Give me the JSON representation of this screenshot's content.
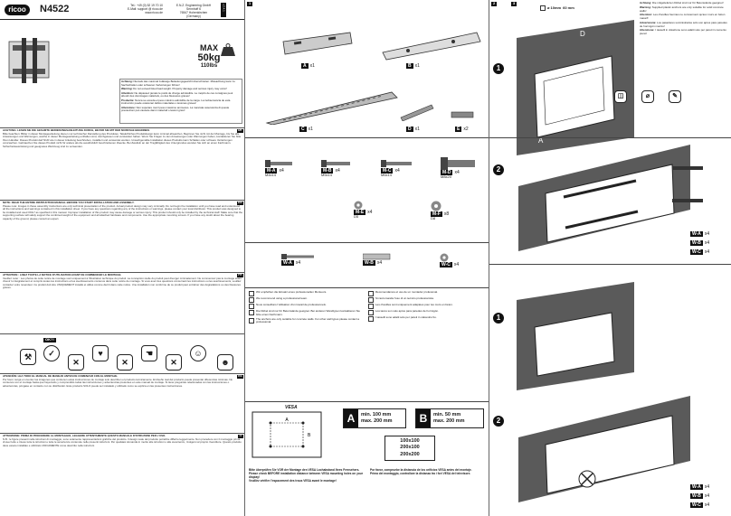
{
  "header": {
    "logo": "ricoo",
    "model": "N4522",
    "contact_line1": "Tel.: +49 (0) 52 19 70 10",
    "contact_line2": "E-Mail: support @ ricoo.de",
    "contact_line3": "www.ricoo.de",
    "address_line1": "E.N.Z. Engineering GmbH",
    "address_line2": "Sennhoff 6",
    "address_line3": "76547 Hohenkirchen",
    "address_line4": "(Germany)",
    "code": "v.2.4.1"
  },
  "capacity": {
    "max": "MAX",
    "kg": "50kg",
    "lbs": "110lbs"
  },
  "warnings": [
    {
      "label": "Achtung:",
      "text": "Niemals das maximal zulässige Belastungsgewicht überschreiten. Missachtung kann zu Sachschäden oder schweren Verletzungen führen!"
    },
    {
      "label": "Warning:",
      "text": "Do not exceed listed load weight. Property damage and serious injury may occur!"
    },
    {
      "label": "Attention:",
      "text": "Ne dépassez jamais le poids de charge admissible. Le mépris de ces consignes peut aboutir des dommages matériels, ou des blessures graves!"
    },
    {
      "label": "Productie:",
      "text": "Nunca se exceda el peso máximo admisible de la carga. La inobservancia de esta instrucción puede ocasionar daños materiales o lesiones graves!"
    },
    {
      "label": "Attenzione:",
      "text": "Non superare mai il peso massimo ammesso. La mancata osservanza di queste precauzioni può causare danni materiali o lesioni gravi!"
    }
  ],
  "sections": [
    {
      "tag": "DE",
      "title": "ACHTUNG: LESEN SIE DIE GESAMTE BEDIENUNGSANLEITUNG DURCH, BEVOR SIE MIT DER MONTAGE BEGINNEN.",
      "body": "Bitte beachten: Bilder in dieser Montageanleitung dienen nur technischer Darstellung des Produktes. Tatsächliches Produktdesign kann minimal abweichen. Beginnen Sie nicht mit der Montage, bis Sie alle Anweisungen und Warnungen, welche in dieser Montageanleitung enthalten sind, durchgelesen und verstanden haben. Wenn Sie Fragen zu den Anweisungen oder Warnungen haben, kontaktieren Sie bitte Ihren Händler. Dieses Produkt darf NUR wie in dieser Anleitung beschrieben, installiert und verwendet werden. Unsachgemäße Installation dieses Produkts kann Schäden oder schwere Verletzungen verursachen. Gebrauchen Sie dieses Produkt nicht für andere als die ausdrücklich beschriebenen Zwecke. Bei Zweifeln an der Tragfähigkeit des Untergrundes wenden Sie sich an einen Fachmann. Sicherheitsausrüstung und geeignetes Werkzeug sind zu verwenden."
    },
    {
      "tag": "EN",
      "title": "NOTE: READ THE ENTIRE INSTRUCTION MANUAL BEFORE YOU START INSTALLATION AND ASSEMBLY.",
      "body": "Please note: Images in these assembly instructions are only technical presentation of the product. Actual product design may vary minimally. Do not begin the installation until you have read and understood all the instructions and warnings contained in this installation sheet. If you have any questions regarding any of the instructions or warnings, please contact your local distributor. This product was designed to be installed and used ONLY as specified in this manual. Improper installation of this product may cause damage or serious injury. This product should only be installed by the technical staff. Make sure that the supporting surface will safely support the combined weight of the equipment and all attached hardware and components. Use the appropriate mounting screws. If you have any doubt about the bearing capacity of the ground, please consult an expert."
    },
    {
      "tag": "FR",
      "title": "ATTENTION : LISEZ TOUTE LA NOTICE D'UTILISATION AVANT DE COMMENCER LE MONTAGE.",
      "body": "Veuillez noter : Les photos de cette notice de montage sont uniquement à l'illustration technique du produit. La conception réelle du produit peut diverger minimalement. Ne commencez pas le montage avant d'avoir lu intégralement et compris toutes les instructions et les avertissements contenus dans cette notice de montage. Si vous avez des questions concernant les instructions ou les avertissements, veuillez contacter votre revendeur. Ce produit doit être UNIQUEMENT installé et utilisé comme décrit dans cette notice. Une installation non conforme de ce produit peut entraîner des dégradations ou des blessures graves."
    },
    {
      "tag": "ES",
      "title": "ATENCIÓN: LEA TODO EL MANUAL DE MANEJO ANTES DE COMENZAR CON EL MONTAJE.",
      "body": "Por favor, tenga en cuenta: las imágenes que contienen estas instrucciones de montaje solo describen el producto técnicamente. El diseño real del producto puede presentar diferencias mínimas. No comience con el montaje hasta que haya leído y comprendido todas las instrucciones y advertencias presentes en este manual de montaje. Si tiene preguntas relacionadas con las instrucciones o advertencias, póngase en contacto con su distribuidor. Este producto SOLO puede ser instalado y utilizado como se explica en las presentes instrucciones."
    },
    {
      "tag": "IT",
      "title": "ATTENZIONE: PRIMA DI PROCEDERE AL MONTAGGIO, LEGGERE ATTENTAMENTE QUESTO MANUALE D'ISTRUZIONI PER L'USO.",
      "body": "N.B.: le figure presenti nelle istruzioni di montaggio, sono solamente rappresentazioni grafiche del prodotto. Il design reale del prodotto potrebbe differire leggermente. Non procedere con il montaggio prima di aver letto e inteso tutte le istruzioni e tutte le avvertenze contenute nelle presenti istruzioni. Per qualsiasi domanda in merito alle istruzioni o alle avvertenze, rivolgersi al proprio rivenditore. Questo prodotto deve essere installato e utilizzato UNICAMENTE come descritto nelle istruzioni."
    }
  ],
  "icons_row": {
    "ok_label": "OK?!"
  },
  "parts": [
    {
      "letter": "A",
      "qty": "x1"
    },
    {
      "letter": "B",
      "qty": "x1"
    },
    {
      "letter": "C",
      "qty": "x1"
    },
    {
      "letter": "D",
      "qty": "x1"
    },
    {
      "letter": "E",
      "qty": "x2"
    }
  ],
  "screws": [
    {
      "code": "M-A",
      "qty": "x4",
      "size": "M4x14"
    },
    {
      "code": "M-B",
      "qty": "x4",
      "size": "M5x14"
    },
    {
      "code": "M-C",
      "qty": "x4",
      "size": "M6x14"
    },
    {
      "code": "M-D",
      "qty": "x4",
      "size": "M8x20"
    },
    {
      "code": "M-E",
      "qty": "x4",
      "size": "D5"
    },
    {
      "code": "M-F",
      "qty": "x8",
      "size": "D8"
    }
  ],
  "wall_parts": [
    {
      "code": "W-A",
      "qty": "x4"
    },
    {
      "code": "W-B",
      "qty": "x4"
    },
    {
      "code": "W-C",
      "qty": "x4"
    }
  ],
  "notes": [
    "Wir empfehlen die Einsatz eines professionellen Monteurs.",
    "We recommend using a professional team.",
    "Nous conseillons l'utilisation d'un travail de professionnels.",
    "Recomendamos el uso de un montador profesional.",
    "Si raccomanda l'uso di un tecnico professionista.",
    "Die Dübel sind nur für Betonwände geeignet. Bei anderen Wandtypen kontaktieren Sie bitte einen Fachmann.",
    "The anchors are only suitable for concrete walls. For other wall types please contact a professional.",
    "Les chevilles sont uniquement adaptées pour les murs en béton.",
    "Los tacos son solo aptos para paredes de hormigón.",
    "I tasselli sono adatti solo per pareti in calcestruzzo."
  ],
  "vesa": {
    "title": "VESA",
    "a_min": "min. 100 mm",
    "a_max": "max. 200 mm",
    "b_min": "min. 50 mm",
    "b_max": "max. 200 mm",
    "sizes": [
      "100x100",
      "200x100",
      "200x200"
    ]
  },
  "bottom_notes": [
    "Bitte überprüfen Sie VOR der Montage den VESA Lochabstand Ihres Fernsehers.",
    "Please check BEFORE installation distance between VESA mounting holes on your display!",
    "Veuillez vérifier l'espacement des trous VESA avant le montage!",
    "Por favor, compruebe la distancia de los orificios VESA antes del montaje.",
    "Prima del montaggio, controllare la distanza tra i fori VESA del televisore."
  ],
  "col3_warnings": [
    {
      "label": "Achtung:",
      "text": "Die mitgelieferten Dübel sind nur für Betonwände geeignet!"
    },
    {
      "label": "Warning:",
      "text": "Supplied plastic anchors are only suitable for solid concrete walls!"
    },
    {
      "label": "Attention:",
      "text": "Les chevilles fournies ne conviennent qu'aux murs en béton massif!"
    },
    {
      "label": "Advertencia:",
      "text": "Los pasadores suministrados sólo son aptos para paredes de hormigón macizo!"
    },
    {
      "label": "Attenzione:",
      "text": "I tasselli in dotazione sono adatti solo per pareti in cemento pieno!"
    }
  ],
  "drill": {
    "dims": "ø 10mm",
    "depth": "60 mm"
  },
  "steps": [
    "1",
    "2"
  ],
  "page_nums": [
    "1",
    "2",
    "3"
  ]
}
